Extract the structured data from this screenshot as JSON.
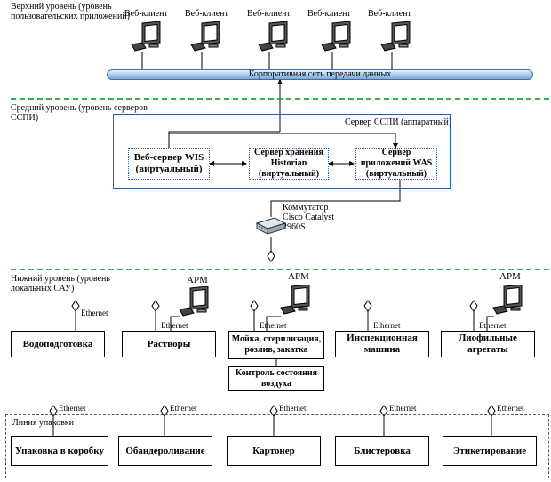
{
  "levels": {
    "top": "Верхний уровень (уровень пользовательских приложений)",
    "middle": "Средний уровень (уровень серверов ССПИ)",
    "bottom": "Нижний уровень (уровень локальных САУ)"
  },
  "web_clients": [
    "Веб-клиент",
    "Веб-клиент",
    "Веб-клиент",
    "Веб-клиент",
    "Веб-клиент"
  ],
  "network_label": "Корпоративная сеть передачи данных",
  "server": {
    "title": "Сервер ССПИ (аппаратный)",
    "wis": "Веб-сервер WIS (виртуальный)",
    "historian": "Сервер хранения Historian (виртуальный)",
    "was": "Сервер приложений WAS (виртуальный)"
  },
  "switch_label": "Коммутатор Cisco Catalyst 2960S",
  "arm_label": "АРМ",
  "ethernet_label": "Ethernet",
  "lower_units": {
    "water": "Водоподготовка",
    "solutions": "Растворы",
    "washing": "Мойка, стерилизация, розлив, закатка",
    "air": "Контроль состояния воздуха",
    "inspection": "Инспекционная машина",
    "lyophil": "Лиофильные агрегаты"
  },
  "packing_line": {
    "title": "Линия упаковки",
    "units": [
      "Упаковка в коробку",
      "Обандероливание",
      "Картонер",
      "Блистеровка",
      "Этикетирование"
    ]
  },
  "colors": {
    "separator": "#2db34a",
    "server_frame": "#1f5fb5",
    "bus": "#a8c7e8"
  }
}
